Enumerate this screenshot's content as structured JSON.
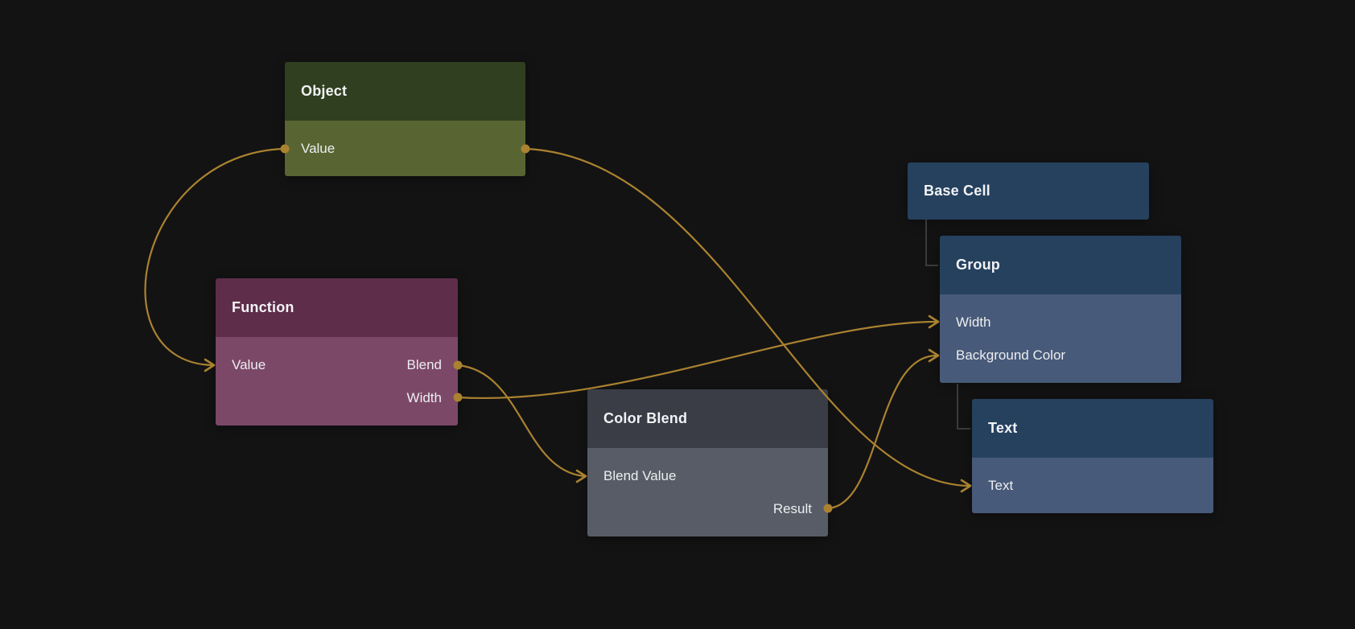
{
  "canvas": {
    "background_color": "#131313",
    "edge_color": "#aa8230",
    "port_color": "#aa8230",
    "tree_line_color": "#474747"
  },
  "nodes": [
    {
      "id": "object",
      "title": "Object",
      "header_color": "#2f3f1f",
      "body_color": "#586532",
      "rows": [
        {
          "left_label": "Value"
        }
      ]
    },
    {
      "id": "function",
      "title": "Function",
      "header_color": "#5e2d4a",
      "body_color": "#7c4868",
      "rows": [
        {
          "left_label": "Value",
          "right_label": "Blend"
        },
        {
          "right_label": "Width"
        }
      ]
    },
    {
      "id": "colorblend",
      "title": "Color Blend",
      "header_color": "#3a3d45",
      "body_color": "#585c66",
      "rows": [
        {
          "left_label": "Blend Value"
        },
        {
          "right_label": "Result"
        }
      ]
    },
    {
      "id": "basecell",
      "title": "Base Cell",
      "header_color": "#25415e",
      "body_color": "#485a79",
      "rows": []
    },
    {
      "id": "group",
      "title": "Group",
      "header_color": "#25415e",
      "body_color": "#485a79",
      "rows": [
        {
          "left_label": "Width"
        },
        {
          "left_label": "Background Color"
        }
      ]
    },
    {
      "id": "text",
      "title": "Text",
      "header_color": "#25415e",
      "body_color": "#485a79",
      "rows": [
        {
          "left_label": "Text"
        }
      ]
    }
  ],
  "edges": [
    {
      "from": "Object.Value",
      "to": "Function.Value"
    },
    {
      "from": "Object.Value",
      "to": "Text.Text"
    },
    {
      "from": "Function.Blend",
      "to": "Color Blend.Blend Value"
    },
    {
      "from": "Function.Width",
      "to": "Group.Width"
    },
    {
      "from": "Color Blend.Result",
      "to": "Group.Background Color"
    }
  ],
  "hierarchy_links": [
    {
      "parent": "Base Cell",
      "child": "Group"
    },
    {
      "parent": "Group",
      "child": "Text"
    }
  ]
}
